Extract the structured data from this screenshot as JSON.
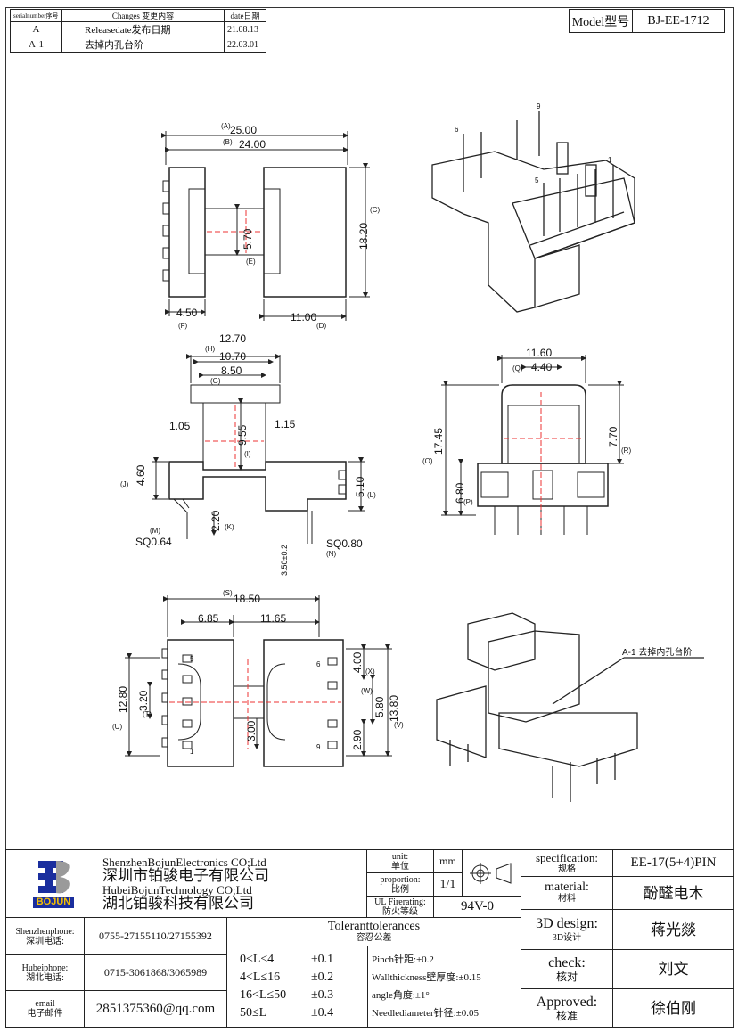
{
  "revision_table": {
    "headers": [
      "serialnumber序号",
      "Changes 变更内容",
      "date日期"
    ],
    "rows": [
      {
        "serial": "A",
        "change": "Releasedate发布日期",
        "date": "21.08.13"
      },
      {
        "serial": "A-1",
        "change": "去掉内孔台阶",
        "date": "22.03.01"
      }
    ]
  },
  "model": {
    "label": "Model型号",
    "value": "BJ-EE-1712"
  },
  "top_view": {
    "dims": [
      "25.00",
      "24.00",
      "18.20",
      "5.70",
      "4.50",
      "11.00"
    ],
    "refs": [
      "(A)",
      "(B)",
      "(C)",
      "(E)",
      "(F)",
      "(D)"
    ]
  },
  "iso_top": {
    "pins": [
      "6",
      "9",
      "5",
      "1"
    ]
  },
  "side_view": {
    "dims": [
      "12.70",
      "10.70",
      "8.50",
      "1.05",
      "1.15",
      "9.55",
      "4.60",
      "5.10",
      "2.20",
      "SQ0.64",
      "SQ0.80",
      "3.50±0.2"
    ],
    "refs": [
      "(H)",
      "(G)",
      "(I)",
      "(J)",
      "(L)",
      "(K)",
      "(M)",
      "(N)"
    ]
  },
  "front_view": {
    "dims": [
      "11.60",
      "4.40",
      "17.45",
      "7.70",
      "6.80"
    ],
    "refs": [
      "(Q)",
      "(O)",
      "(R)",
      "(P)"
    ]
  },
  "bottom_view": {
    "dims": [
      "18.50",
      "6.85",
      "11.65",
      "12.80",
      "3.20",
      "3.00",
      "4.00",
      "5.80",
      "13.80",
      "2.90"
    ],
    "refs": [
      "(S)",
      "(T)",
      "(U)",
      "(X)",
      "(W)",
      "(V)"
    ],
    "pins": [
      "5",
      "1",
      "6",
      "9"
    ]
  },
  "iso_bottom": {
    "note": "A-1 去掉内孔台阶"
  },
  "company": {
    "logo_text": "BOJUN",
    "name_en1": "ShenzhenBojunElectronics CO;Ltd",
    "name_cn1": "深圳市铂骏电子有限公司",
    "name_en2": "HubeiBojunTechnology CO;Ltd",
    "name_cn2": "湖北铂骏科技有限公司"
  },
  "title_block": {
    "unit_en": "unit:",
    "unit_cn": "单位",
    "unit_value": "mm",
    "proportion_en": "proportion:",
    "proportion_cn": "比例",
    "proportion_value": "1/1",
    "ul_en": "UL Firerating:",
    "ul_cn": "防火等级",
    "ul_value": "94V-0",
    "spec_en": "specification:",
    "spec_cn": "规格",
    "spec_value": "EE-17(5+4)PIN",
    "material_en": "material:",
    "material_cn": "材料",
    "material_value": "酚醛电木",
    "design_en": "3D design:",
    "design_cn": "3D设计",
    "design_value": "蒋光燚",
    "check_en": "check:",
    "check_cn": "核对",
    "check_value": "刘文",
    "approved_en": "Approved:",
    "approved_cn": "核准",
    "approved_value": "徐伯刚"
  },
  "contacts": [
    {
      "label_en": "Shenzhenphone:",
      "label_cn": "深圳电话:",
      "value": "0755-27155110/27155392"
    },
    {
      "label_en": "Hubeiphone:",
      "label_cn": "湖北电话:",
      "value": "0715-3061868/3065989"
    },
    {
      "label_en": "email",
      "label_cn": "电子邮件",
      "value": "2851375360@qq.com"
    }
  ],
  "tolerances": {
    "title_en": "Toleranttolerances",
    "title_cn": "容忍公差",
    "ranges": [
      {
        "range": "0<L≤4",
        "tol": "±0.1"
      },
      {
        "range": "4<L≤16",
        "tol": "±0.2"
      },
      {
        "range": "16<L≤50",
        "tol": "±0.3"
      },
      {
        "range": "50≤L",
        "tol": "±0.4"
      }
    ],
    "notes": [
      "Pinch针距:±0.2",
      "Wallthickness壁厚度:±0.15",
      "angle角度:±1°",
      "Needlediameter针径:±0.05"
    ]
  }
}
